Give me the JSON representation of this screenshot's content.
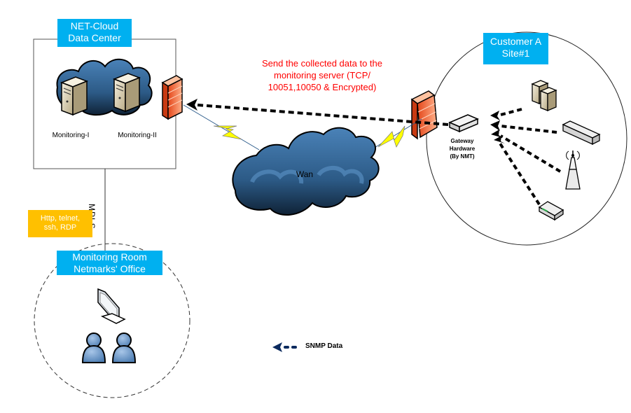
{
  "data_center": {
    "title_line1": "NET-Cloud",
    "title_line2": "Data Center",
    "servers": [
      {
        "label": "Monitoring-I"
      },
      {
        "label": "Monitoring-II"
      }
    ]
  },
  "link": {
    "label": "MPLS"
  },
  "protocols": {
    "line1": "Http, telnet,",
    "line2": "ssh, RDP"
  },
  "monitoring_room": {
    "title_line1": "Monitoring Room",
    "title_line2": "Netmarks' Office"
  },
  "wan": {
    "label": "Wan"
  },
  "annotation": {
    "line1": "Send the collected data to the",
    "line2": "monitoring server (TCP/",
    "line3": "10051,10050 & Encrypted)"
  },
  "customer": {
    "title_line1": "Customer A",
    "title_line2": "Site#1",
    "gateway_line1": "Gateway",
    "gateway_line2": "Hardware",
    "gateway_line3": "(By NMT)"
  },
  "legend": {
    "label": "SNMP Data"
  },
  "colors": {
    "title_box": "#00b0f0",
    "protocol_box": "#ffc000",
    "annotation_text": "#ff0000",
    "legend_arrow": "#0b2a5e",
    "firewall": "#f26b3a",
    "lightning": "#ffff00"
  }
}
